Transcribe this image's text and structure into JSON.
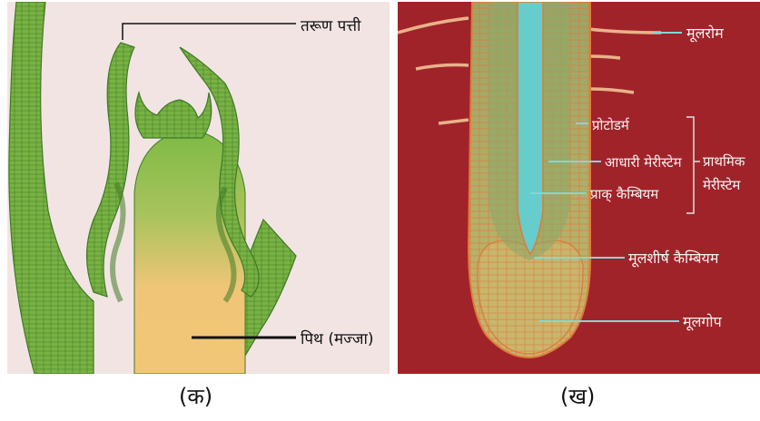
{
  "figures": {
    "a": {
      "caption": "(क)",
      "labels": {
        "young_leaf": "तरूण पत्ती",
        "pith": "पिथ (मज्जा)"
      }
    },
    "b": {
      "caption": "(ख)",
      "labels": {
        "root_hair": "मूलरोम",
        "protoderm": "प्रोटोडर्म",
        "ground_meristem": "आधारी मेरीस्टेम",
        "procambium": "प्राक् कैम्बियम",
        "primary_meristem_1": "प्राथमिक",
        "primary_meristem_2": "मेरीस्टेम",
        "root_apex_cambium": "मूलशीर्ष कैम्बियम",
        "root_cap": "मूलगोप"
      }
    }
  },
  "colors": {
    "panel_a_bg": "#f3e4e4",
    "panel_b_bg": "#a0232a",
    "tissue_green": "#79b244",
    "tissue_dark_green": "#4f8a2b",
    "pith_yellow": "#f2c677",
    "procambium_cyan": "#66cccc",
    "cell_orange": "#e07a3a"
  }
}
